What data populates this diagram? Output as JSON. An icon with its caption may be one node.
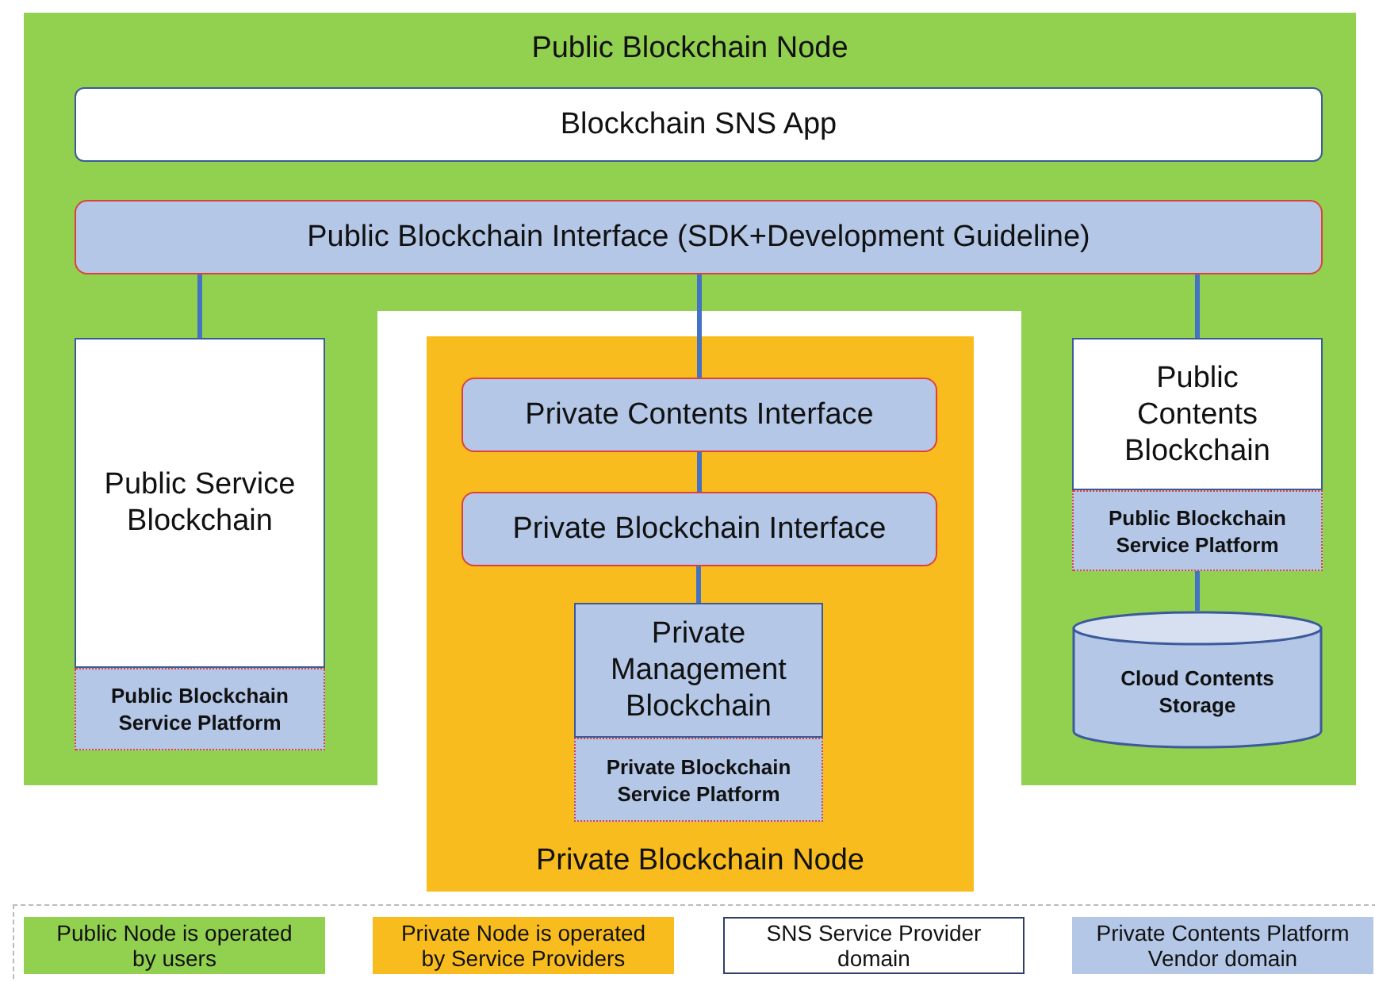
{
  "diagram": {
    "nodes": [
      {
        "text": [
          "Public Blockchain Node"
        ]
      },
      {
        "text": [
          "Blockchain SNS App"
        ],
        "in": 0
      },
      {
        "text": [
          "Public Blockchain Interface (SDK+Development Guideline)"
        ],
        "in": 0
      },
      {
        "text": [
          "Public Service Blockchain"
        ],
        "in": 0
      },
      {
        "text": [
          "Public Blockchain Service Platform"
        ],
        "in": 0
      },
      {
        "text": [
          "Public Contents Blockchain"
        ],
        "in": 0
      },
      {
        "text": [
          "Public Blockchain Service Platform"
        ],
        "in": 0
      },
      {
        "text": [
          "Cloud Contents Storage"
        ],
        "in": 0
      },
      {
        "text": [
          "Private Blockchain Node"
        ]
      },
      {
        "text": [
          "Private Contents Interface"
        ],
        "in": 8
      },
      {
        "text": [
          "Private Blockchain Interface"
        ],
        "in": 8
      },
      {
        "text": [
          "Private Management Blockchain"
        ],
        "in": 8
      },
      {
        "text": [
          "Private Blockchain Service Platform"
        ],
        "in": 8
      }
    ],
    "edges": [
      {
        "from": 2,
        "to": 3,
        "arrow": "none"
      },
      {
        "from": 2,
        "to": 9,
        "arrow": "none"
      },
      {
        "from": 2,
        "to": 5,
        "arrow": "none"
      },
      {
        "from": 9,
        "to": 10,
        "arrow": "none"
      },
      {
        "from": 10,
        "to": 11,
        "arrow": "none"
      },
      {
        "from": 6,
        "to": 7,
        "arrow": "none"
      }
    ],
    "legend": [
      {
        "text": "Public Node is operated by users",
        "color": "#92d050"
      },
      {
        "text": "Private Node is operated by Service Providers",
        "color": "#f9bc1e"
      },
      {
        "text": "SNS Service Provider domain",
        "color": "#ffffff"
      },
      {
        "text": "Private Contents Platform Vendor domain",
        "color": "#b4c7e7"
      }
    ]
  }
}
